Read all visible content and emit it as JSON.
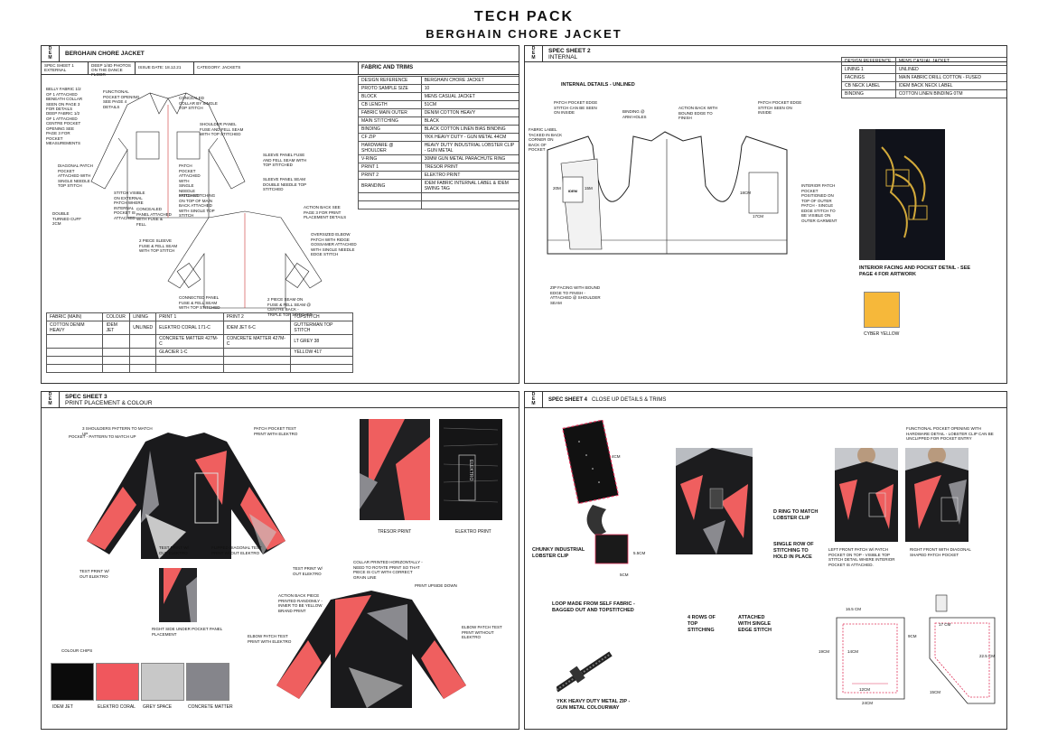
{
  "header": {
    "title": "TECH PACK",
    "subtitle": "BERGHAIN CHORE JACKET"
  },
  "logo": {
    "line1": "D",
    "line2": "E",
    "line3": "M"
  },
  "sheet1": {
    "title": "BERGHAIN CHORE JACKET",
    "row1": {
      "spec": "SPEC SHEET 1 EXTERNAL",
      "note": "DEEP 1/4D PHOTOS ON THE DANCE FLOOR",
      "issue": "ISSUE DATE: 18.12.21",
      "category": "CATEGORY: JACKETS",
      "fabric_header": "FABRIC AND TRIMS"
    },
    "trims": [
      [
        "DESIGN REFERENCE",
        "BERGHAIN CHORE JACKET"
      ],
      [
        "PROTO SAMPLE SIZE",
        "10"
      ],
      [
        "BLOCK",
        "MENS CASUAL JACKET"
      ],
      [
        "CB LENGTH",
        "51CM"
      ],
      [
        "FABRIC MAIN OUTER",
        "DENIM COTTON HEAVY"
      ],
      [
        "MAIN STITCHING",
        "BLACK"
      ],
      [
        "BINDING",
        "BLACK COTTON LINEN BIAS BINDING"
      ],
      [
        "CF ZIP",
        "YKK HEAVY DUTY - GUN METAL 44CM"
      ],
      [
        "HARDWARE @ SHOULDER",
        "HEAVY DUTY INDUSTRIAL LOBSTER CLIP - GUN METAL"
      ],
      [
        "V-RING",
        "30MM GUN METAL PARACHUTE RING"
      ],
      [
        "PRINT 1",
        "TRESOR PRINT"
      ],
      [
        "PRINT 2",
        "ELEKTRO PRINT"
      ],
      [
        "BRANDING",
        "IDEM FABRIC INTERNAL LABEL & IDEM SWING TAG"
      ],
      [
        "",
        ""
      ],
      [
        "",
        ""
      ]
    ],
    "colour_table": {
      "headers": [
        "FABRIC (MAIN)",
        "COLOUR",
        "LINING",
        "PRINT 1",
        "PRINT 2",
        "TOPSTITCH"
      ],
      "rows": [
        [
          "COTTON DENIM HEAVY",
          "IDEM JET",
          "UNLINED",
          "ELEKTRO CORAL 171-C",
          "IDEM JET 6-C",
          "GUTTERMAN TOP STITCH"
        ],
        [
          "",
          "",
          "",
          "CONCRETE MATTER 427M-C",
          "CONCRETE MATTER 427M-C",
          "LT GREY 38"
        ],
        [
          "",
          "",
          "",
          "GLACIER 1-C",
          "",
          "YELLOW 417"
        ],
        [
          "",
          "",
          "",
          "",
          "",
          ""
        ],
        [
          "",
          "",
          "",
          "",
          "",
          ""
        ]
      ]
    },
    "notes": [
      "BELLY FABRIC 1/2 OF 1 ATTACHED BENEATH COLLAR SEEN ON PAGE 3 FOR DETAILS",
      "FUNCTIONAL POCKET OPENING SEE PAGE 4 DETAILS",
      "CONCEALED COLLAR BY SINGLE TOP STITCH",
      "DEEP FABRIC 1/2 OF 1 ATTACHED CENTRE POCKET OPENING SEE PAGE 3 FOR POCKET MEASUREMENTS",
      "SHOULDER PANEL FUSE AND FELL SEAM WITH TOP STITCHED",
      "SLEEVE PANEL FUSE AND FELL SEAM WITH TOP STITCHED",
      "DIAGONAL PATCH POCKET ATTACHED WITH SINGLE NEEDLE TOP STITCH",
      "PATCH POCKET ATTACHED WITH SINGLE NEEDLE STITCHED",
      "SLEEVE PANEL SEAM DOUBLE NEEDLE TOP STITCHED",
      "STITCH VISIBLE ON EXTERNAL PATCH WHERE INTERNAL POCKET IS ATTACHED",
      "CONCEALED PANEL ATTACHED WITH FUSE & FELL",
      "PATCH STITCHING ON TOP OF MAIN BACK ATTACHED WITH SINGLE TOP STITCH",
      "DOUBLE TURNED CUFF 2CM",
      "ACTION BACK SEE PAGE 3 FOR PRINT PLACEMENT DETAILS",
      "2 PIECE SLEEVE FUSE & FELL SEAM WITH TOP STITCH",
      "OVERSIZED ELBOW PATCH WITH RIDGE GOSSAMER ATTACHED WITH SINGLE NEEDLE EDGE STITCH",
      "CONNECTED PANEL FUSE & FELL SEAM WITH TOP STITCHED",
      "2 PIECE SEAM ON FUSE & FELL SEAM @ CENTRE BACK - TRIPLE TOP STITCHED"
    ]
  },
  "sheet2": {
    "title": "SPEC SHEET 2",
    "subtitle": "INTERNAL",
    "ref": [
      [
        "DESIGN REFERENCE",
        "MENS CASUAL JACKET"
      ],
      [
        "LINING 1",
        "UNLINED"
      ],
      [
        "FACINGS",
        "MAIN FABRIC DRILL COTTON - FUSED"
      ],
      [
        "CB NECK LABEL",
        "IDEM BACK NECK LABEL"
      ],
      [
        "BINDING",
        "COTTON LINEN BINDING 0TM"
      ]
    ],
    "internal_label": "INTERNAL DETAILS - UNLINED",
    "notes": [
      "PATCH POCKET EDGE STITCH CAN BE SEEN ON INSIDE",
      "BINDING @ ARM HOLES",
      "ACTION BACK WITH BOUND EDGE TO FINISH",
      "PATCH POCKET EDGE STITCH SEEN ON INSIDE",
      "FABRIC LABEL TACKED IN BACK CORNER ON BACK OF POCKET",
      "INTERIOR PATCH POCKET POSITIONED ON TOP OF OUTER PATCH - SINGLE EDGE STITCH TO BE VISIBLE ON OUTER GARMENT",
      "ZIP FACING WITH BOUND EDGE TO FINISH - ATTACHED @ SHOULDER SEAM"
    ],
    "dims": [
      "17CM",
      "18CM",
      "20M",
      "15M"
    ],
    "label_text": "IDEM",
    "facing_caption": "INTERIOR FACING AND POCKET DETAIL - SEE PAGE 4 FOR ARTWORK",
    "swatch_label": "CYBER YELLOW",
    "swatch_color": "#f6b83a"
  },
  "sheet3": {
    "title": "SPEC SHEET 3",
    "subtitle": "PRINT PLACEMENT & COLOUR",
    "notes": [
      "3 SHOULDERS PATTERN TO MATCH UP",
      "POCKET - PATTERN TO MATCH UP",
      "PATCH POCKET TEST PRINT WITH ELEKTRO",
      "TEST PRINT W/ OUT ELEKTRO",
      "FLIPPED DIAGONAL TEST PRINT W/ OUT ELEKTRO",
      "TEST PRINT W/ OUT ELEKTRO",
      "TEST PRINT W/ OUT ELEKTRO",
      "RIGHT SIDE UNDER POCKET PANEL PLACEMENT",
      "COLLAR PRINTED HORIZONTALLY - NEED TO ROTATE PRINT SO THAT PIECE IS CUT WITH CORRECT GRAIN LINE",
      "ACTION BACK PIECE PRINTED RANDOMLY - INNER TO BE YELLOW BRAND PRINT",
      "PRINT UPSIDE DOWN",
      "ELBOW PATCH TEST PRINT WITHOUT ELEKTRO",
      "ELBOW PATCH TEST PRINT WITH ELEKTRO"
    ],
    "tresor_label": "TRESOR PRINT",
    "elektro_label": "ELEKTRO PRINT",
    "elektro_tag": "ELEKTRO",
    "chips_label": "COLOUR CHIPS",
    "chips": [
      {
        "name": "IDEM JET",
        "color": "#0b0b0b"
      },
      {
        "name": "ELEKTRO CORAL",
        "color": "#f0575d"
      },
      {
        "name": "GREY SPACE",
        "color": "#c8c8c8"
      },
      {
        "name": "CONCRETE MATTER",
        "color": "#85858b"
      }
    ]
  },
  "sheet4": {
    "title": "SPEC SHEET 4",
    "subtitle": "CLOSE UP DETAILS & TRIMS",
    "notes": [
      "CHUNKY INDUSTRIAL LOBSTER CLIP",
      "LOOP MADE FROM SELF FABRIC - BAGGED OUT AND TOPSTITCHED",
      "4 ROWS OF TOP STITCHING",
      "ATTACHED WITH SINGLE EDGE STITCH",
      "D RING TO MATCH LOBSTER CLIP",
      "SINGLE ROW OF STITCHING TO HOLD IN PLACE",
      "YKK HEAVY DUTY METAL ZIP - GUN METAL COLOURWAY",
      "FUNCTIONAL POCKET OPENING WITH HARDWARE DETAIL - LOBSTER CLIP CAN BE UNCLIPPED FOR POCKET ENTRY",
      "LEFT FRONT PATCH W/ PATCH POCKET ON TOP - VISIBLE TOP STITCH DETAIL WHERE INTERIOR POCKET IS ATTACHED.",
      "RIGHT FRONT WITH DIAGONAL SHAPED PATCH POCKET"
    ],
    "dims": {
      "strap_w": "4CM",
      "loop_h": "5.5CM",
      "loop_w": "5CM",
      "p1_top": "16.5 CM",
      "p1_inner": "14CM",
      "p1_h": "19CM",
      "p1_mid": "12CM",
      "p1_bottom": "24CM",
      "p2_top": "17 CM",
      "p2_left": "9CM",
      "p2_h": "22.5 CM",
      "p2_diag": "15CM"
    }
  }
}
